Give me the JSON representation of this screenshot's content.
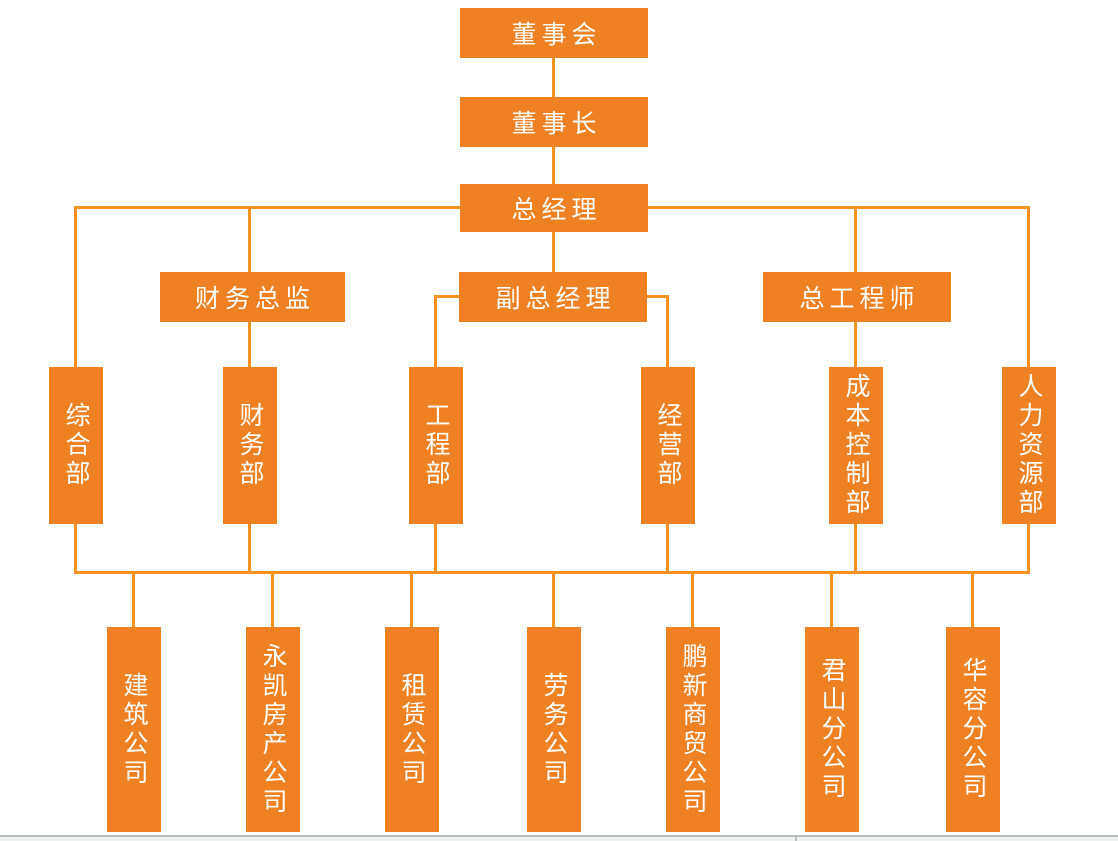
{
  "diagram": {
    "type": "org-chart",
    "colors": {
      "background": "#ffffff",
      "node": "#EF8123",
      "line": "#F5921E",
      "text": "#ffffff",
      "edge_line": "#b9bdc0",
      "strip": "#eef1f2"
    },
    "nodes": {
      "board": {
        "label": "董事会"
      },
      "chairman": {
        "label": "董事长"
      },
      "general_manager": {
        "label": "总经理"
      },
      "cfo": {
        "label": "财务总监"
      },
      "deputy_general_manager": {
        "label": "副总经理"
      },
      "chief_engineer": {
        "label": "总工程师"
      },
      "dept_general_affairs": {
        "label": "综合部"
      },
      "dept_finance": {
        "label": "财务部"
      },
      "dept_engineering": {
        "label": "工程部"
      },
      "dept_operations": {
        "label": "经营部"
      },
      "dept_cost_control": {
        "label": "成本控制部"
      },
      "dept_human_resources": {
        "label": "人力资源部"
      },
      "company_construction": {
        "label": "建筑公司"
      },
      "company_yongkai_real_estate": {
        "label": "永凯房产公司"
      },
      "company_leasing": {
        "label": "租赁公司"
      },
      "company_labor_services": {
        "label": "劳务公司"
      },
      "company_pengxin_trading": {
        "label": "鹏新商贸公司"
      },
      "company_junshan_branch": {
        "label": "君山分公司"
      },
      "company_huarong_branch": {
        "label": "华容分公司"
      }
    },
    "hierarchy": [
      "董事会 > 董事长 > 总经理",
      "总经理 > 财务总监 > 财务部",
      "总经理 > 副总经理 > 工程部 / 经营部",
      "总经理 > 总工程师 > 成本控制部",
      "总经理 > 综合部 / 人力资源部",
      "部门 > 建筑公司 / 永凯房产公司 / 租赁公司 / 劳务公司 / 鹏新商贸公司 / 君山分公司 / 华容分公司"
    ]
  }
}
